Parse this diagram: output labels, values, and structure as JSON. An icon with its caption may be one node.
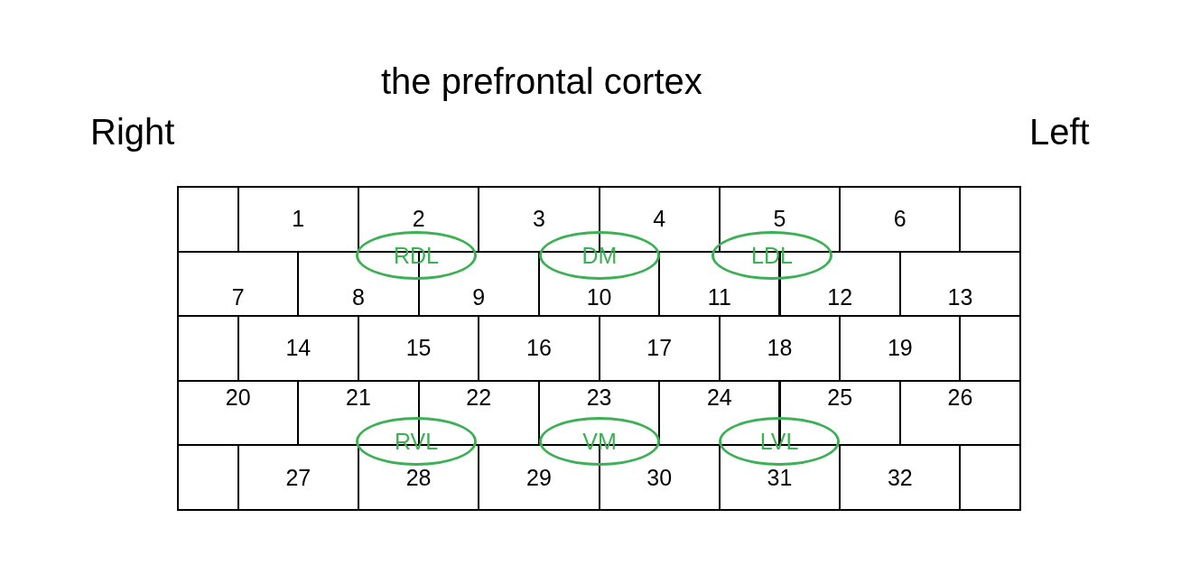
{
  "diagram": {
    "title": "the prefrontal cortex",
    "nodes": [
      {
        "text": [],
        "shape": "box"
      },
      {
        "text": [
          "1"
        ]
      },
      {
        "text": [
          "2"
        ]
      },
      {
        "text": [
          "3"
        ]
      },
      {
        "text": [
          "4"
        ]
      },
      {
        "text": [
          "5"
        ]
      },
      {
        "text": [
          "6"
        ]
      },
      {
        "text": [],
        "shape": "box"
      },
      {
        "text": [
          "7"
        ]
      },
      {
        "text": [
          "8"
        ]
      },
      {
        "text": [
          "9"
        ]
      },
      {
        "text": [
          "10"
        ]
      },
      {
        "text": [
          "11"
        ]
      },
      {
        "text": [
          "12"
        ]
      },
      {
        "text": [
          "13"
        ]
      },
      {
        "text": [],
        "shape": "box"
      },
      {
        "text": [
          "14"
        ]
      },
      {
        "text": [
          "15"
        ]
      },
      {
        "text": [
          "16"
        ]
      },
      {
        "text": [
          "17"
        ]
      },
      {
        "text": [
          "18"
        ]
      },
      {
        "text": [
          "19"
        ]
      },
      {
        "text": [],
        "shape": "box"
      },
      {
        "text": [
          "20"
        ]
      },
      {
        "text": [
          "21"
        ]
      },
      {
        "text": [
          "22"
        ]
      },
      {
        "text": [
          "23"
        ]
      },
      {
        "text": [
          "24"
        ]
      },
      {
        "text": [
          "25"
        ]
      },
      {
        "text": [
          "26"
        ]
      },
      {
        "text": [],
        "shape": "box"
      },
      {
        "text": [
          "27"
        ]
      },
      {
        "text": [
          "28"
        ]
      },
      {
        "text": [
          "29"
        ]
      },
      {
        "text": [
          "30"
        ]
      },
      {
        "text": [
          "31"
        ]
      },
      {
        "text": [
          "32"
        ]
      },
      {
        "text": [],
        "shape": "box"
      },
      {
        "text": [
          "RDL"
        ]
      },
      {
        "text": [
          "DM"
        ]
      },
      {
        "text": [
          "LDL"
        ]
      },
      {
        "text": [
          "RVL"
        ]
      },
      {
        "text": [
          "VM"
        ]
      },
      {
        "text": [
          "LVL"
        ]
      }
    ],
    "labels": [
      "Right",
      "Left"
    ]
  }
}
